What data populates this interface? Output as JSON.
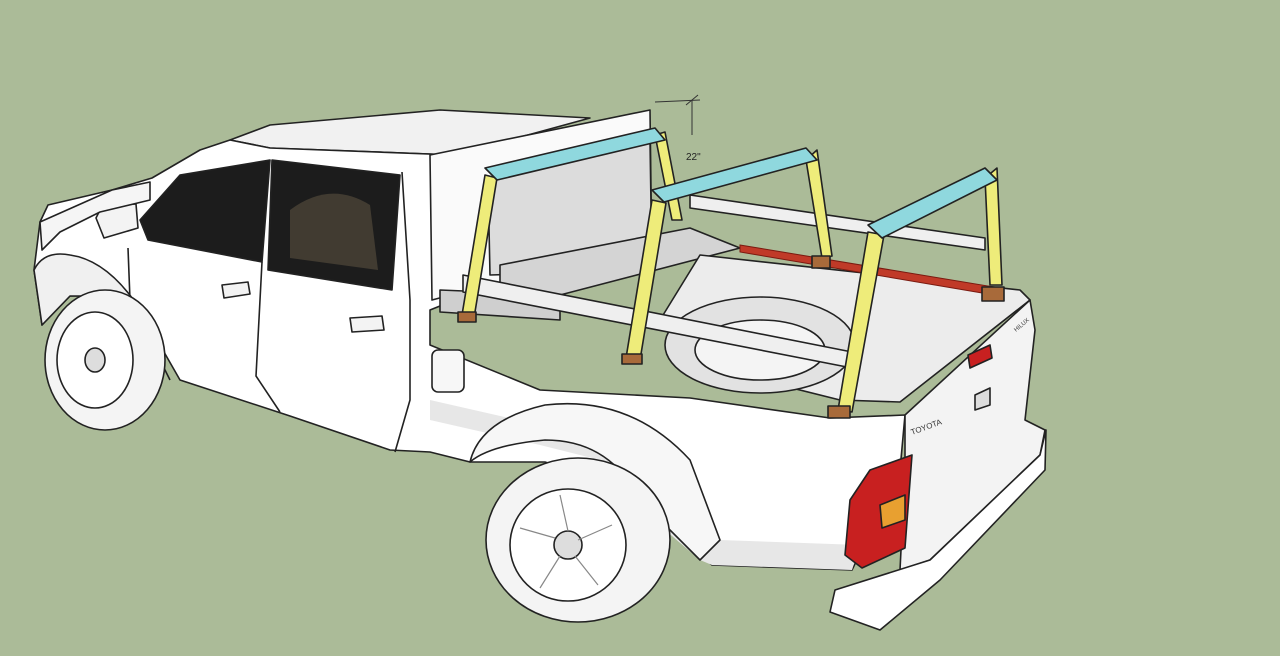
{
  "scene": {
    "background_color": "#abbb98",
    "dimension_label": "22\"",
    "tailgate_brand": "TOYOTA",
    "tailgate_model": "HILUX",
    "colors": {
      "body": "#ffffff",
      "body_shade": "#e9e9e9",
      "glass": "#1c1c1c",
      "uprights": "#eeec7a",
      "crossbars": "#8fd8de",
      "rails": "#efefef",
      "mounts": "#a86a3a",
      "red_strip": "#c03a28",
      "tail_light": "#c82020",
      "tail_amber": "#e8a030",
      "outline": "#222222"
    }
  }
}
